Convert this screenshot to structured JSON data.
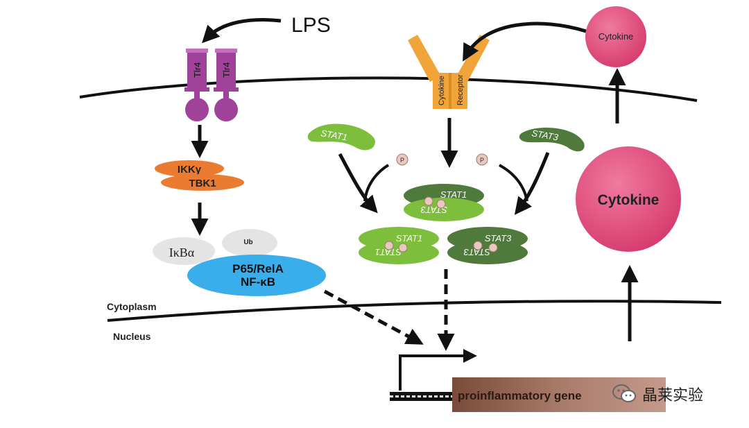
{
  "stimulus": "LPS",
  "tlr4": {
    "label_left": "Tlr4",
    "label_right": "Tlr4",
    "color": "#a0429a"
  },
  "cytokine_receptor": {
    "label_left": "Cytokine",
    "label_right": "Receptor",
    "color": "#f0a43a"
  },
  "kinases": {
    "top": "IKKγ",
    "bottom": "TBK1",
    "color": "#ec7b32"
  },
  "complex": {
    "inhibitor": "IκBα",
    "ub": "Ub",
    "line1": "P65/RelA",
    "line2": "NF-κB",
    "color": "#3aaeea"
  },
  "stat": {
    "stat1": "STAT1",
    "stat3": "STAT3",
    "phospho": "P",
    "stat1_color": "#7dbf3c",
    "stat3_color": "#4f7a3c"
  },
  "compartments": {
    "cytoplasm": "Cytoplasm",
    "nucleus": "Nucleus"
  },
  "cytokine_small": "Cytokine",
  "cytokine_large": "Cytokine",
  "cytokine_color": "#e0487a",
  "gene": "proinflammatory gene",
  "watermark": {
    "text": "晶莱实验"
  }
}
